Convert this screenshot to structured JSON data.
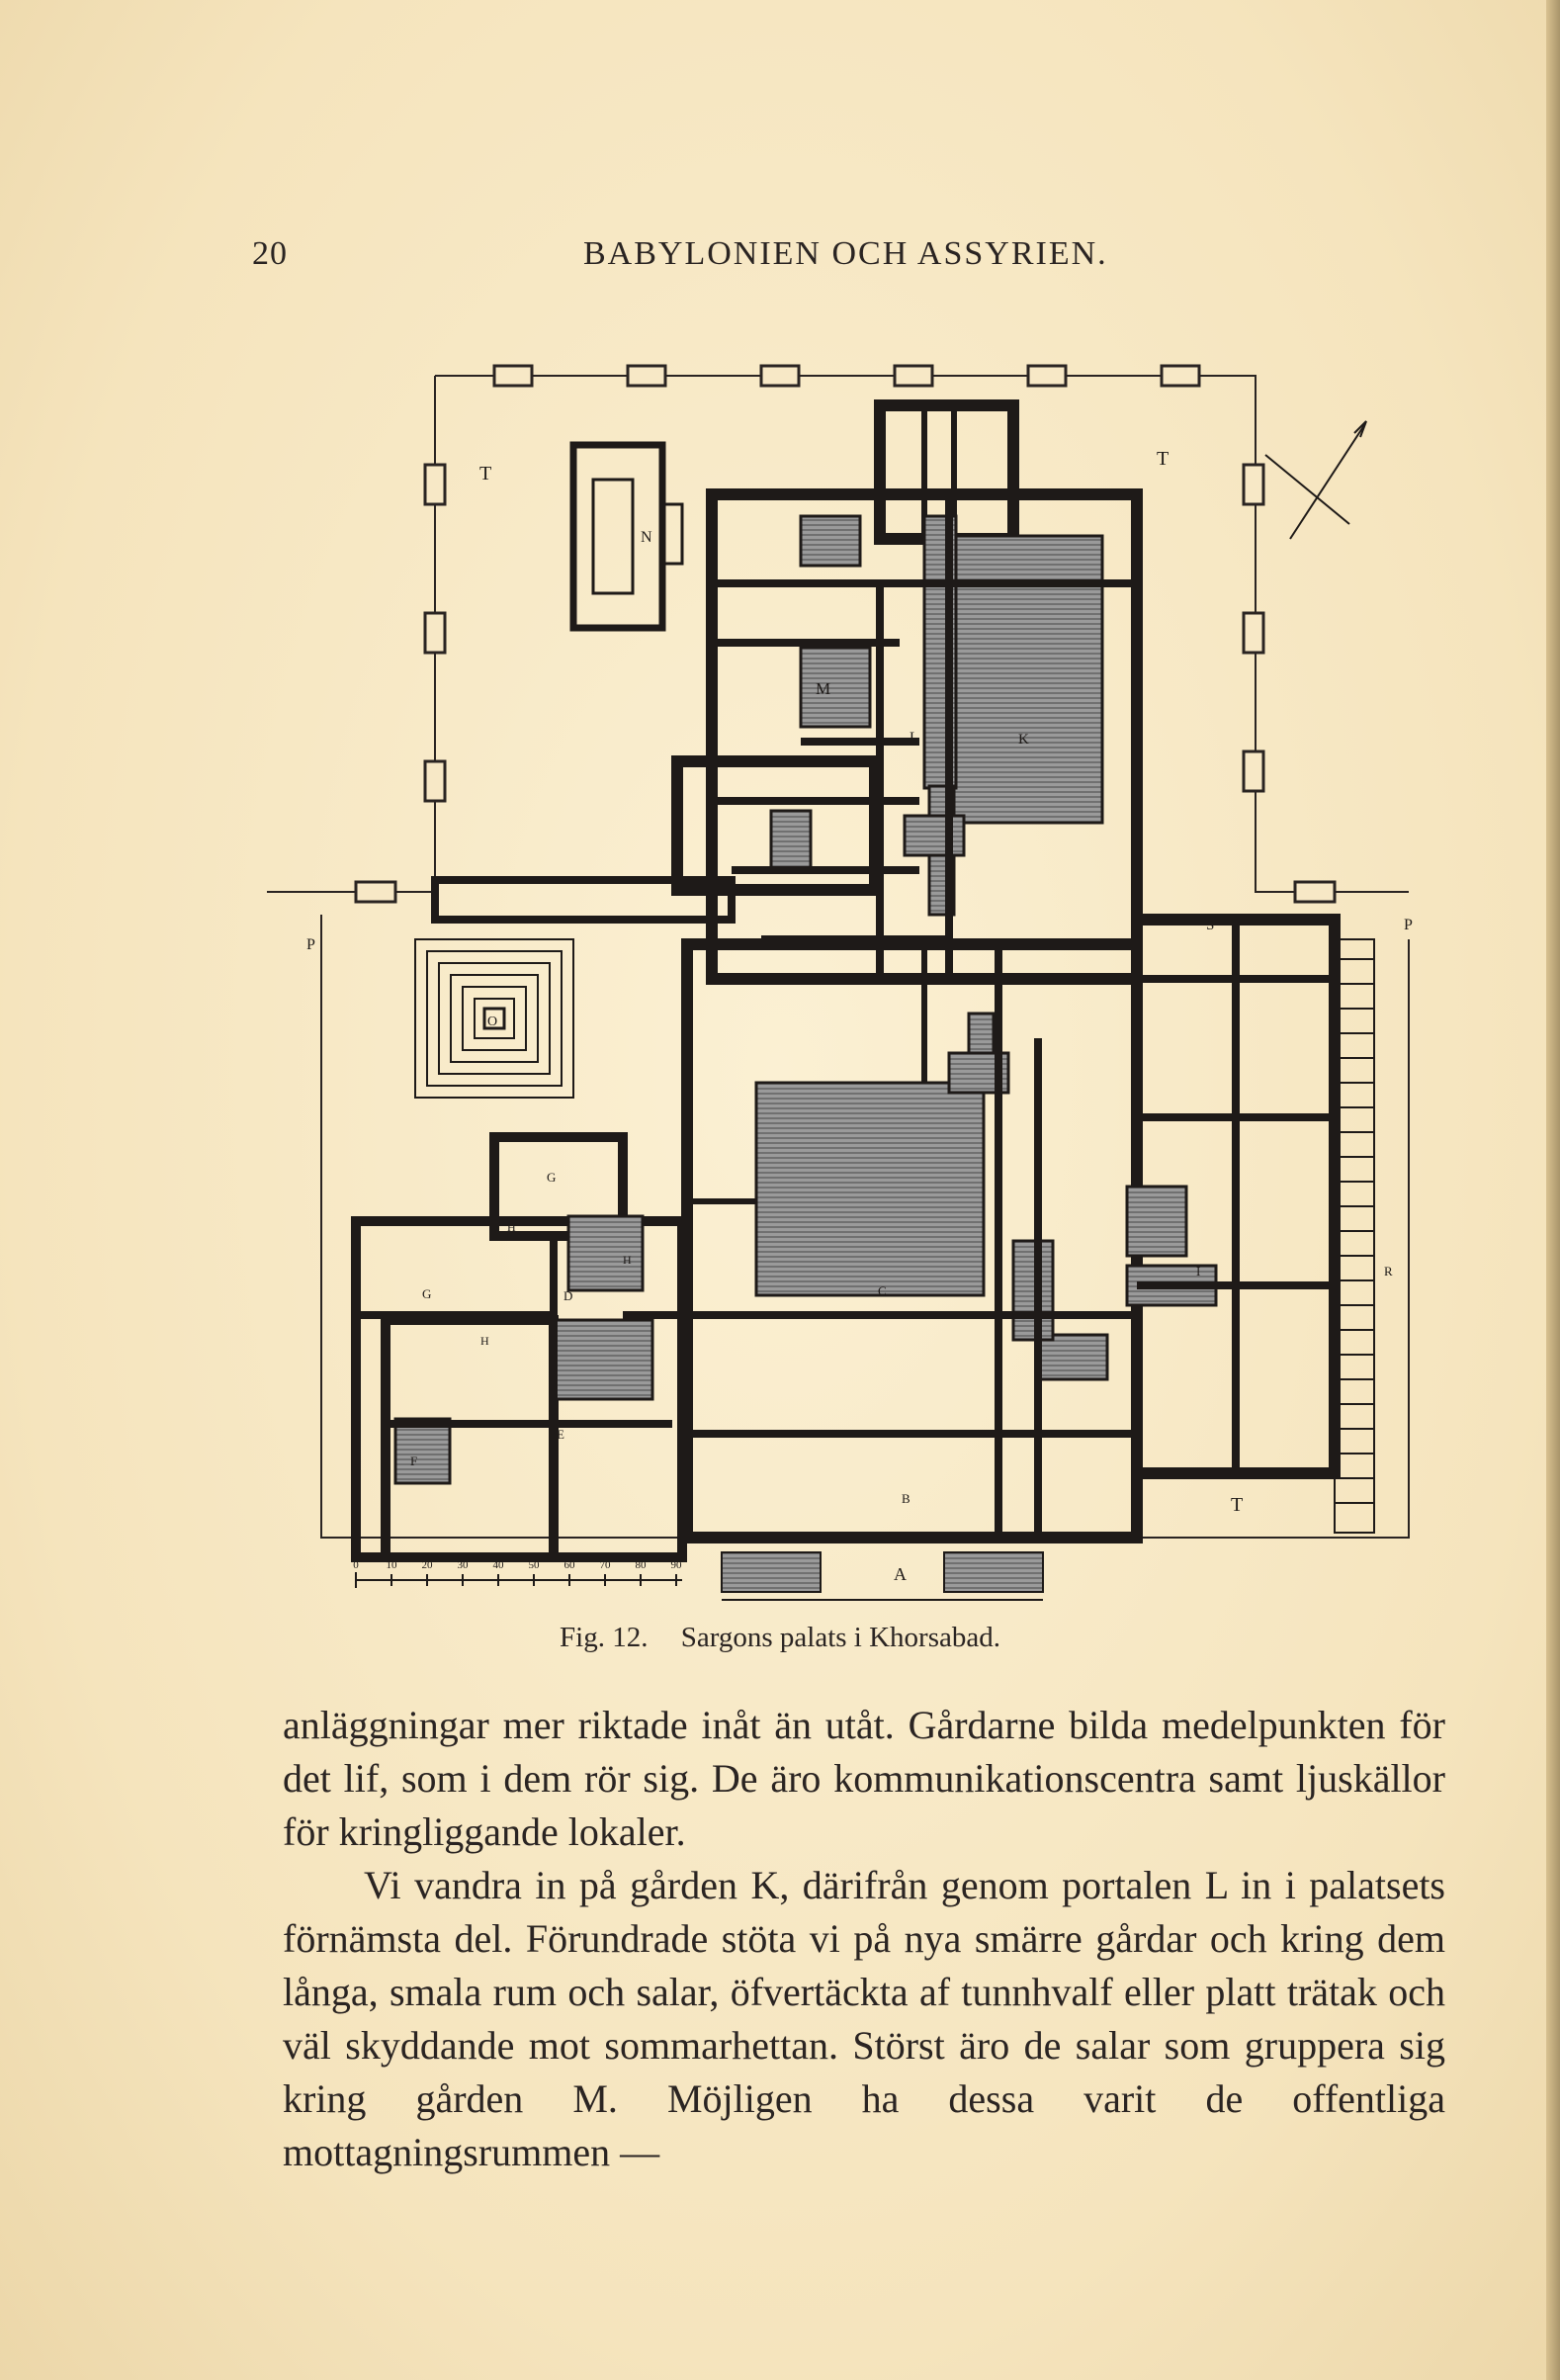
{
  "header": {
    "page_number": "20",
    "running_title": "BABYLONIEN OCH ASSYRIEN."
  },
  "figure": {
    "labels": {
      "T1": "T",
      "T2": "T",
      "T3": "T",
      "N": "N",
      "M": "M",
      "L": "L",
      "K": "K",
      "S": "S",
      "P1": "P",
      "P2": "P",
      "O": "O",
      "G1": "G",
      "G2": "G",
      "H1": "H",
      "H2": "H",
      "H3": "H",
      "D": "D",
      "E": "E",
      "F": "F",
      "C": "C",
      "I": "I",
      "R": "R",
      "B": "B",
      "A": "A"
    },
    "scale_ticks": [
      "0",
      "10",
      "20",
      "30",
      "40",
      "50",
      "60",
      "70",
      "80",
      "90"
    ],
    "caption_label": "Fig. 12.",
    "caption_text": "Sargons palats i Khorsabad."
  },
  "body": {
    "p1": "anläggningar mer riktade inåt än utåt. Gårdarne bilda medelpunkten för det lif, som i dem rör sig. De äro kommunikationscentra samt ljuskällor för kringliggande lokaler.",
    "p2": "Vi vandra in på gården K, därifrån genom portalen L in i palatsets förnämsta del. Förundrade stöta vi på nya smärre gårdar och kring dem långa, smala rum och salar, öfvertäckta af tunnhvalf eller platt trätak och väl skyddande mot sommarhettan. Störst äro de salar som gruppera sig kring gården M. Möjligen ha dessa varit de offentliga mottagningsrummen —"
  }
}
